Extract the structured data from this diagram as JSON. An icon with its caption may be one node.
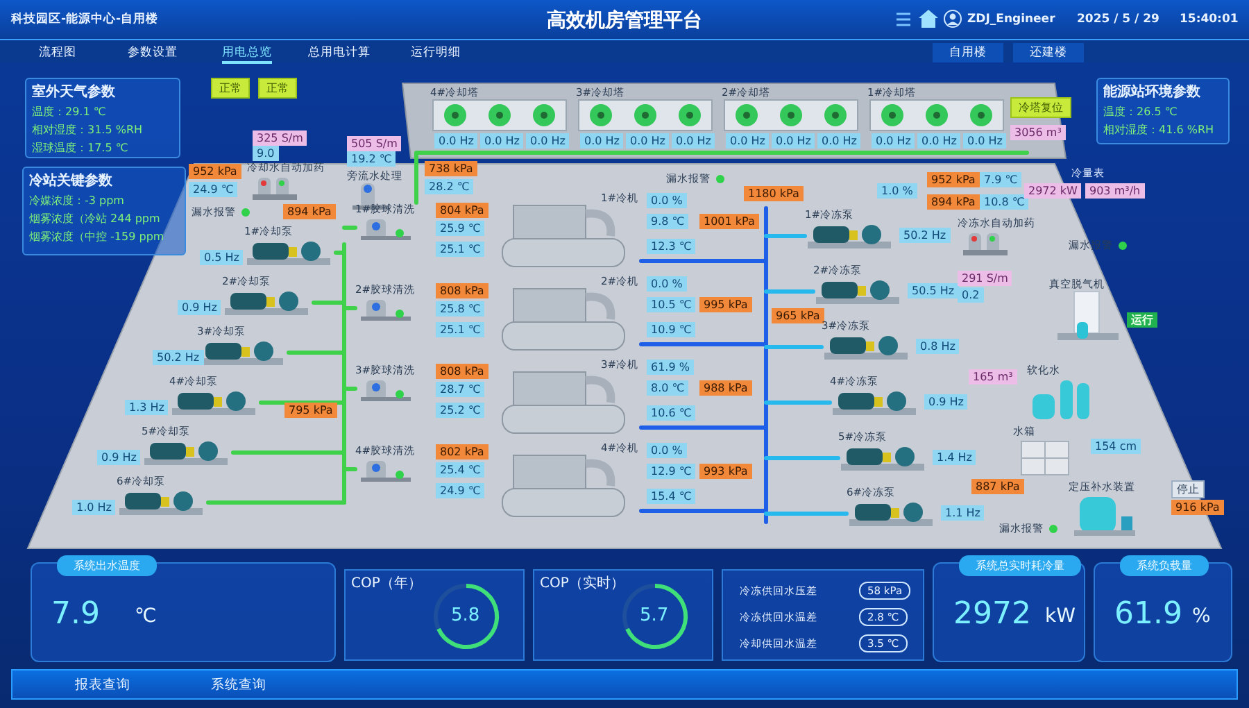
{
  "diagram": {
    "title": "高效机房管理平台",
    "nodes": [
      {
        "text": [
          "室外天气参数",
          "温度：29.1 ℃",
          "相对湿度：31.5 %RH",
          "湿球温度：17.5 ℃"
        ]
      },
      {
        "text": [
          "冷站关键参数",
          "冷媒浓度：-3 ppm",
          "烟雾浓度（冷站 244 ppm",
          "烟雾浓度（中控 -159 ppm"
        ]
      },
      {
        "text": [
          "能源站环境参数",
          "温度：26.5 ℃",
          "相对湿度：41.6 %RH"
        ]
      },
      {
        "text": [
          "4#冷却塔"
        ],
        "beside": [
          "0.0 Hz",
          "0.0 Hz",
          "0.0 Hz"
        ]
      },
      {
        "text": [
          "3#冷却塔"
        ],
        "beside": [
          "0.0 Hz",
          "0.0 Hz",
          "0.0 Hz"
        ]
      },
      {
        "text": [
          "2#冷却塔"
        ],
        "beside": [
          "0.0 Hz",
          "0.0 Hz",
          "0.0 Hz"
        ]
      },
      {
        "text": [
          "1#冷却塔"
        ],
        "beside": [
          "0.0 Hz",
          "0.0 Hz",
          "0.0 Hz"
        ]
      },
      {
        "text": [
          "冷却水自动加药"
        ],
        "beside": [
          "325 S/m",
          "9.0"
        ]
      },
      {
        "text": [
          "旁流水处理"
        ],
        "beside": [
          "505 S/m",
          "19.2 ℃"
        ]
      },
      {
        "text": [
          "1#冷却泵"
        ],
        "beside": [
          "0.5 Hz"
        ]
      },
      {
        "text": [
          "2#冷却泵"
        ],
        "beside": [
          "0.9 Hz"
        ]
      },
      {
        "text": [
          "3#冷却泵"
        ],
        "beside": [
          "50.2 Hz"
        ]
      },
      {
        "text": [
          "4#冷却泵"
        ],
        "beside": [
          "1.3 Hz"
        ]
      },
      {
        "text": [
          "5#冷却泵"
        ],
        "beside": [
          "0.9 Hz"
        ]
      },
      {
        "text": [
          "6#冷却泵"
        ],
        "beside": [
          "1.0 Hz"
        ]
      },
      {
        "text": [
          "1#胶球清洗"
        ],
        "beside": [
          "804 kPa",
          "25.9 ℃",
          "25.1 ℃"
        ]
      },
      {
        "text": [
          "2#胶球清洗"
        ],
        "beside": [
          "808 kPa",
          "25.8 ℃",
          "25.1 ℃"
        ]
      },
      {
        "text": [
          "3#胶球清洗"
        ],
        "beside": [
          "808 kPa",
          "28.7 ℃",
          "25.2 ℃"
        ]
      },
      {
        "text": [
          "4#胶球清洗"
        ],
        "beside": [
          "802 kPa",
          "25.4 ℃",
          "24.9 ℃"
        ]
      },
      {
        "text": [
          "1#冷机"
        ],
        "beside": [
          "0.0 %",
          "9.8 ℃",
          "1001 kPa",
          "12.3 ℃"
        ]
      },
      {
        "text": [
          "2#冷机"
        ],
        "beside": [
          "0.0 %",
          "10.5 ℃",
          "995 kPa",
          "10.9 ℃"
        ]
      },
      {
        "text": [
          "3#冷机"
        ],
        "beside": [
          "61.9 %",
          "8.0 ℃",
          "988 kPa",
          "10.6 ℃"
        ]
      },
      {
        "text": [
          "4#冷机"
        ],
        "beside": [
          "0.0 %",
          "12.9 ℃",
          "993 kPa",
          "15.4 ℃"
        ]
      },
      {
        "text": [
          "1#冷冻泵"
        ],
        "beside": [
          "50.2 Hz"
        ]
      },
      {
        "text": [
          "2#冷冻泵"
        ],
        "beside": [
          "50.5 Hz"
        ]
      },
      {
        "text": [
          "3#冷冻泵"
        ],
        "beside": [
          "0.8 Hz"
        ]
      },
      {
        "text": [
          "4#冷冻泵"
        ],
        "beside": [
          "0.9 Hz"
        ]
      },
      {
        "text": [
          "5#冷冻泵"
        ],
        "beside": [
          "1.4 Hz"
        ]
      },
      {
        "text": [
          "6#冷冻泵"
        ],
        "beside": [
          "1.1 Hz"
        ]
      },
      {
        "text": [
          "冷量表"
        ],
        "beside": [
          "2972 kW",
          "903 m³/h"
        ]
      },
      {
        "text": [
          "冷冻水自动加药"
        ],
        "beside": [
          "291 S/m",
          "0.2"
        ]
      },
      {
        "text": [
          "真空脱气机"
        ],
        "beside": [
          "运行"
        ]
      },
      {
        "text": [
          "软化水"
        ],
        "beside": [
          "165 m³"
        ]
      },
      {
        "text": [
          "水箱"
        ],
        "beside": [
          "154 cm"
        ]
      },
      {
        "text": [
          "定压补水装置"
        ],
        "beside": [
          "停止",
          "916 kPa"
        ]
      },
      {
        "text": [
          "系统出水温度",
          "7.9",
          "℃"
        ]
      },
      {
        "text": [
          "COP（年）",
          "5.8"
        ]
      },
      {
        "text": [
          "COP（实时）",
          "5.7"
        ]
      },
      {
        "text": [
          "冷冻供回水压差",
          "58 kPa",
          "冷冻供回水温差",
          "2.8 ℃",
          "冷却供回水温差",
          "3.5 ℃"
        ]
      },
      {
        "text": [
          "系统总实时耗冷量",
          "2972",
          "kW"
        ]
      },
      {
        "text": [
          "系统负载量",
          "61.9",
          "%"
        ]
      }
    ],
    "labels": [
      "科技园区-能源中心-自用楼",
      "ZDJ_Engineer",
      "2025 / 5 / 29",
      "15:40:01",
      "流程图",
      "参数设置",
      "用电总览",
      "总用电计算",
      "运行明细",
      "自用楼",
      "还建楼",
      "正常",
      "正常",
      "冷塔复位",
      "3056 m³",
      "952 kPa",
      "24.9 ℃",
      "738 kPa",
      "28.2 ℃",
      "894 kPa",
      "795 kPa",
      "漏水报警",
      "漏水报警",
      "1180 kPa",
      "965 kPa",
      "887 kPa",
      "1.0 %",
      "952 kPa",
      "7.9 ℃",
      "894 kPa",
      "10.8 ℃",
      "漏水报警",
      "漏水报警",
      "报表查询",
      "系统查询"
    ]
  }
}
